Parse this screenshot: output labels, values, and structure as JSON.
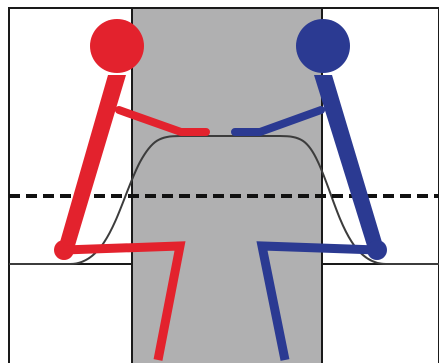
{
  "colors": {
    "background": "#ffffff",
    "table": "#b0b0b1",
    "frame": "#1a1a1a",
    "curve": "#3c3c3c",
    "dashed_line": "#111111",
    "left_figure": "#e3222d",
    "right_figure": "#2b3a92"
  },
  "figures": [
    {
      "side": "left",
      "color_key": "left_figure"
    },
    {
      "side": "right",
      "color_key": "right_figure"
    }
  ]
}
